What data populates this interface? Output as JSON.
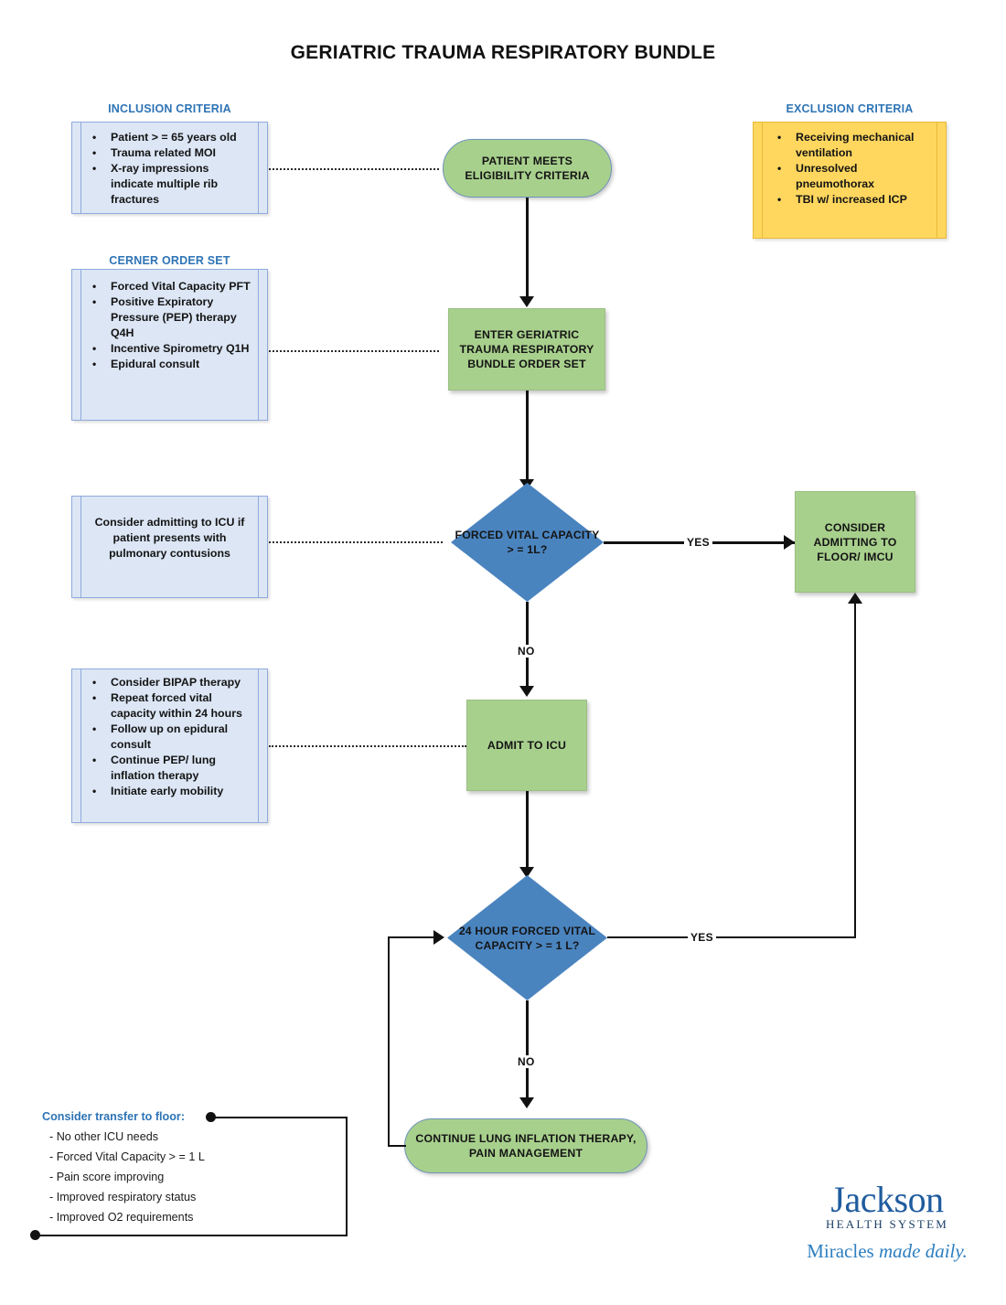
{
  "document": {
    "title": "GERIATRIC TRAUMA RESPIRATORY BUNDLE"
  },
  "colors": {
    "green_node": "#a8d08d",
    "blue_decision": "#4a84bf",
    "panel_blue": "#dce6f5",
    "panel_yellow": "#ffd75e",
    "heading_blue": "#2e74b5",
    "connector": "#111111"
  },
  "panels": {
    "inclusion": {
      "heading": "INCLUSION CRITERIA",
      "items": [
        "Patient > =  65 years old",
        "Trauma related MOI",
        " X-ray impressions indicate multiple rib fractures"
      ]
    },
    "exclusion": {
      "heading": "EXCLUSION CRITERIA",
      "items": [
        "Receiving mechanical ventilation",
        "Unresolved pneumothorax",
        "TBI w/ increased ICP"
      ]
    },
    "cerner": {
      "heading": "CERNER ORDER SET",
      "items": [
        "Forced Vital Capacity PFT",
        "Positive Expiratory Pressure (PEP) therapy Q4H",
        "Incentive Spirometry Q1H",
        "Epidural consult"
      ]
    },
    "icu_note": {
      "text": "Consider admitting to ICU if patient presents with pulmonary contusions"
    },
    "icu_actions": {
      "items": [
        "Consider BIPAP therapy",
        "Repeat forced vital capacity within 24 hours",
        "Follow up on epidural consult",
        "Continue PEP/ lung inflation therapy",
        "Initiate early mobility"
      ]
    }
  },
  "nodes": {
    "eligibility": "PATIENT MEETS ELIGIBILITY CRITERIA",
    "order_set": "ENTER GERIATRIC TRAUMA RESPIRATORY BUNDLE ORDER SET",
    "decision_fvc": "FORCED VITAL CAPACITY > = 1L?",
    "consider_floor": "CONSIDER ADMITTING TO FLOOR/ IMCU",
    "admit_icu": "ADMIT TO ICU",
    "decision_24h": "24 HOUR FORCED VITAL CAPACITY > = 1 L?",
    "continue_therapy": "CONTINUE LUNG INFLATION THERAPY, PAIN MANAGEMENT"
  },
  "edges": {
    "yes_1": "YES",
    "no_1": "NO",
    "yes_2": "YES",
    "no_2": "NO"
  },
  "transfer_note": {
    "title": "Consider transfer to floor:",
    "items": [
      "- No other ICU needs",
      "- Forced Vital Capacity > = 1 L",
      "- Pain score improving",
      "- Improved respiratory status",
      "- Improved O2 requirements"
    ]
  },
  "logo": {
    "wordmark": "Jackson",
    "subtitle": "HEALTH SYSTEM",
    "tagline_plain": "Miracles ",
    "tagline_italic": "made daily."
  }
}
